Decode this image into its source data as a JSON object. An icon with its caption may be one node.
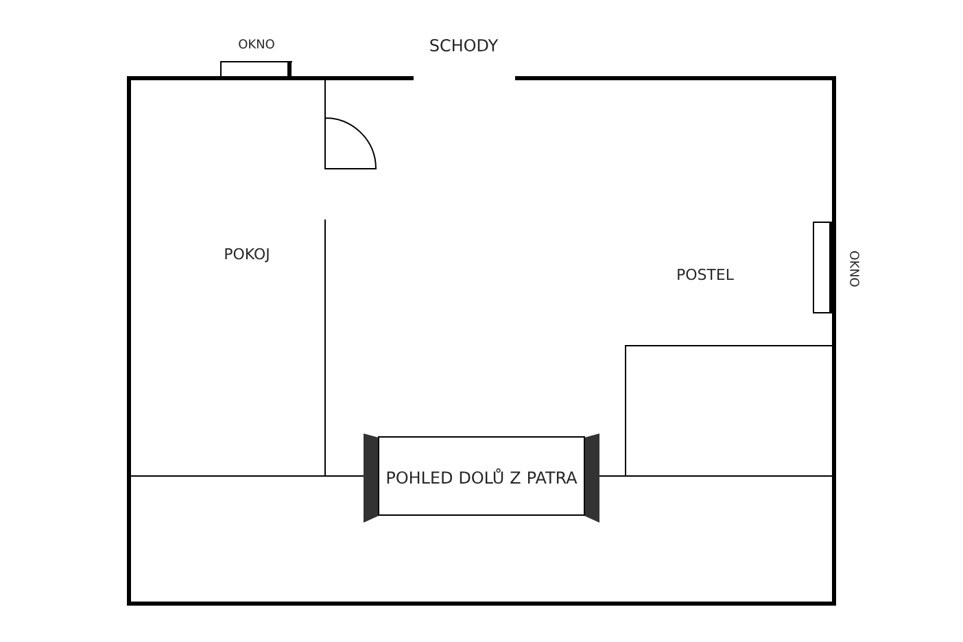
{
  "diagram": {
    "nodes": [
      {
        "text": [
          "POHLED DOLŮ Z PATRA"
        ]
      }
    ],
    "labels": [
      "OKNO",
      "SCHODY",
      "POKOJ",
      "POSTEL",
      "OKNO"
    ]
  }
}
